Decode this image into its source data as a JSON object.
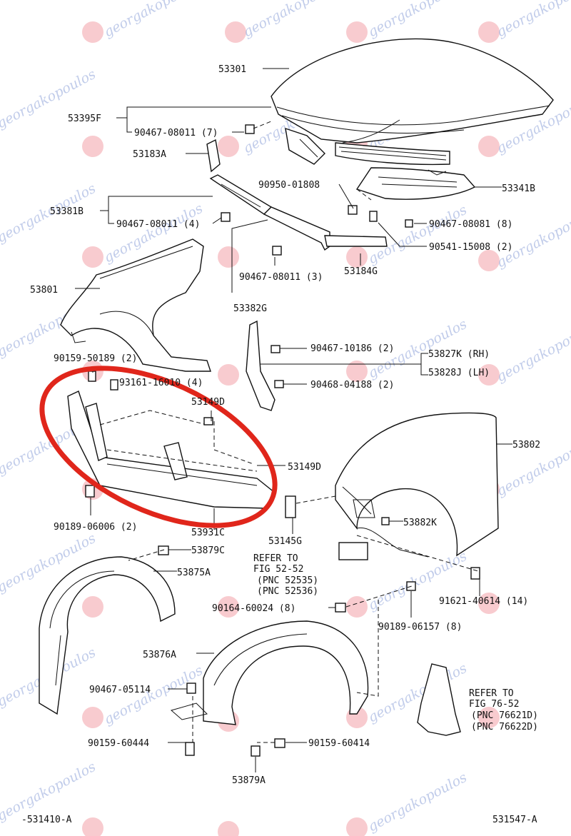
{
  "watermark": {
    "text": "georgakopoulos",
    "color": "#8fa3d9"
  },
  "highlight": {
    "color": "#e0261b",
    "part": "53931C"
  },
  "labels": {
    "hood": "53301",
    "hood_seal_set": "53395F",
    "clip_7": "90467-08011 (7)",
    "hood_stop": "53183A",
    "seal_upper": "53381B",
    "clip_4": "90467-08011 (4)",
    "clip_90950": "90950-01808",
    "clip_3": "90467-08011 (3)",
    "seal_mid": "53382G",
    "seal_side": "53184G",
    "hood_insulator": "53341B",
    "clip_8": "90467-08081 (8)",
    "nut_2": "90541-15008 (2)",
    "fender_lh": "53801",
    "clip_10186": "90467-10186 (2)",
    "bracket_rh": "53827K (RH)",
    "bracket_lh": "53828J (LH)",
    "clip_04188": "90468-04188 (2)",
    "bolt_50189": "90159-50189 (2)",
    "screw_16010": "93161-16010 (4)",
    "panel_149d_top": "53149D",
    "panel_149d": "53149D",
    "fender_rh": "53802",
    "bolt_06006": "90189-06006 (2)",
    "bumper_support": "53931C",
    "clip_145g": "53145G",
    "fender_seal": "53882K",
    "refer_1": "REFER TO",
    "refer_2": "FIG 52-52",
    "refer_3": "(PNC 52535)",
    "refer_4": "(PNC 52536)",
    "clip_879c": "53879C",
    "liner_lh": "53875A",
    "bolt_40614": "91621-40614 (14)",
    "screw_60024": "90164-60024 (8)",
    "nut_06157": "90189-06157 (8)",
    "liner_rh": "53876A",
    "clip_05114": "90467-05114",
    "bolt_60444": "90159-60444",
    "bolt_60414": "90159-60414",
    "clip_879a": "53879A",
    "refer_b1": "REFER TO",
    "refer_b2": "FIG 76-52",
    "refer_b3": "(PNC 76621D)",
    "refer_b4": "(PNC 76622D)",
    "footer_left": "-531410-A",
    "footer_right": "531547-A"
  }
}
